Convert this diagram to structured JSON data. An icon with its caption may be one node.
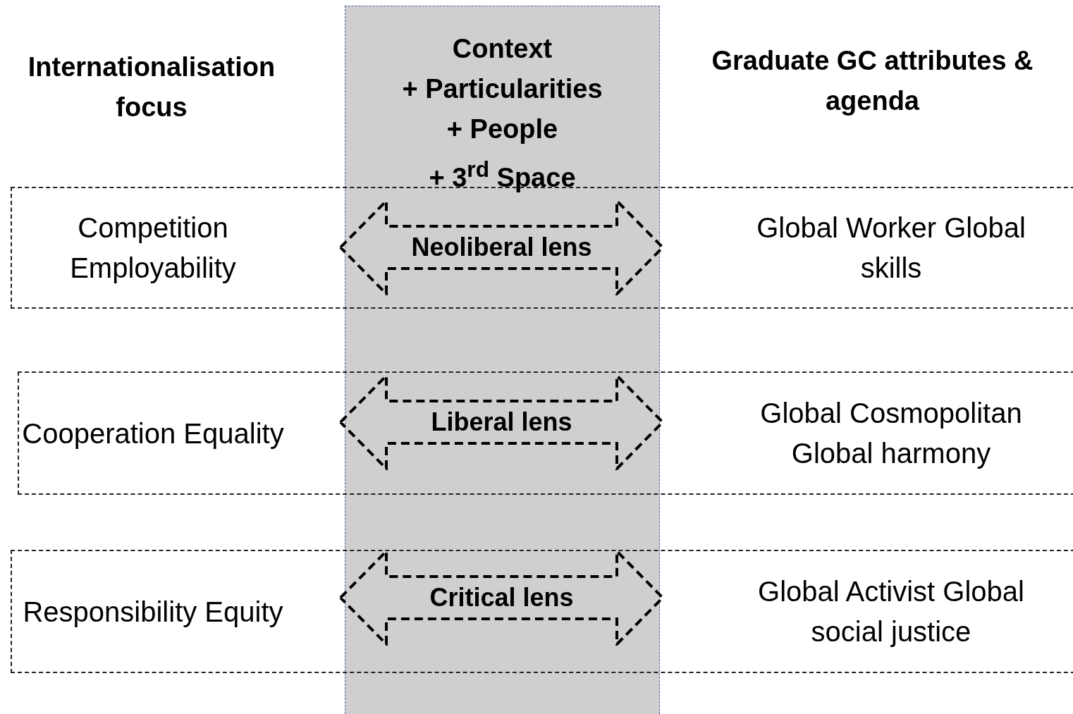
{
  "diagram": {
    "nodes": [
      {
        "text": [
          "Context",
          "+ Particularities",
          "+ People",
          "+ 3$^{rd}$ Space"
        ]
      },
      {
        "text": [
          "Competition Employability",
          "Global Worker Global skills"
        ]
      },
      {
        "text": [
          "Neoliberal lens"
        ]
      },
      {
        "text": [
          "Cooperation Equality",
          "Global Cosmopolitan Global harmony"
        ]
      },
      {
        "text": [
          "Liberal lens"
        ]
      },
      {
        "text": [
          "Responsibility Equity",
          "Global Activist Global social justice"
        ]
      },
      {
        "text": [
          "Critical lens"
        ]
      }
    ],
    "labels": [
      "Internationalisation focus",
      "Graduate GC attributes & agenda"
    ]
  }
}
